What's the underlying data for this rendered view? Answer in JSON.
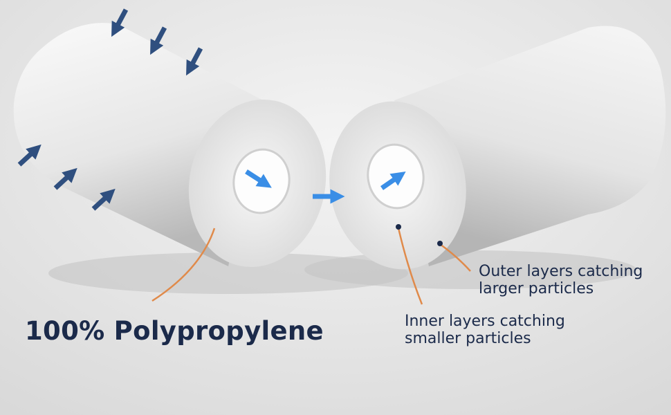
{
  "labels": {
    "material": "100% Polypropylene",
    "outer_line1": "Outer layers catching",
    "outer_line2": "larger particles",
    "inner_line1": "Inner layers catching",
    "inner_line2": "smaller particles"
  },
  "colors": {
    "text": "#1b2a4a",
    "outer_arrows": "#2f4f7f",
    "flow_arrows": "#3a8ee6",
    "leader_lines": "#e08a4a",
    "marker_dots": "#1b2a4a"
  }
}
